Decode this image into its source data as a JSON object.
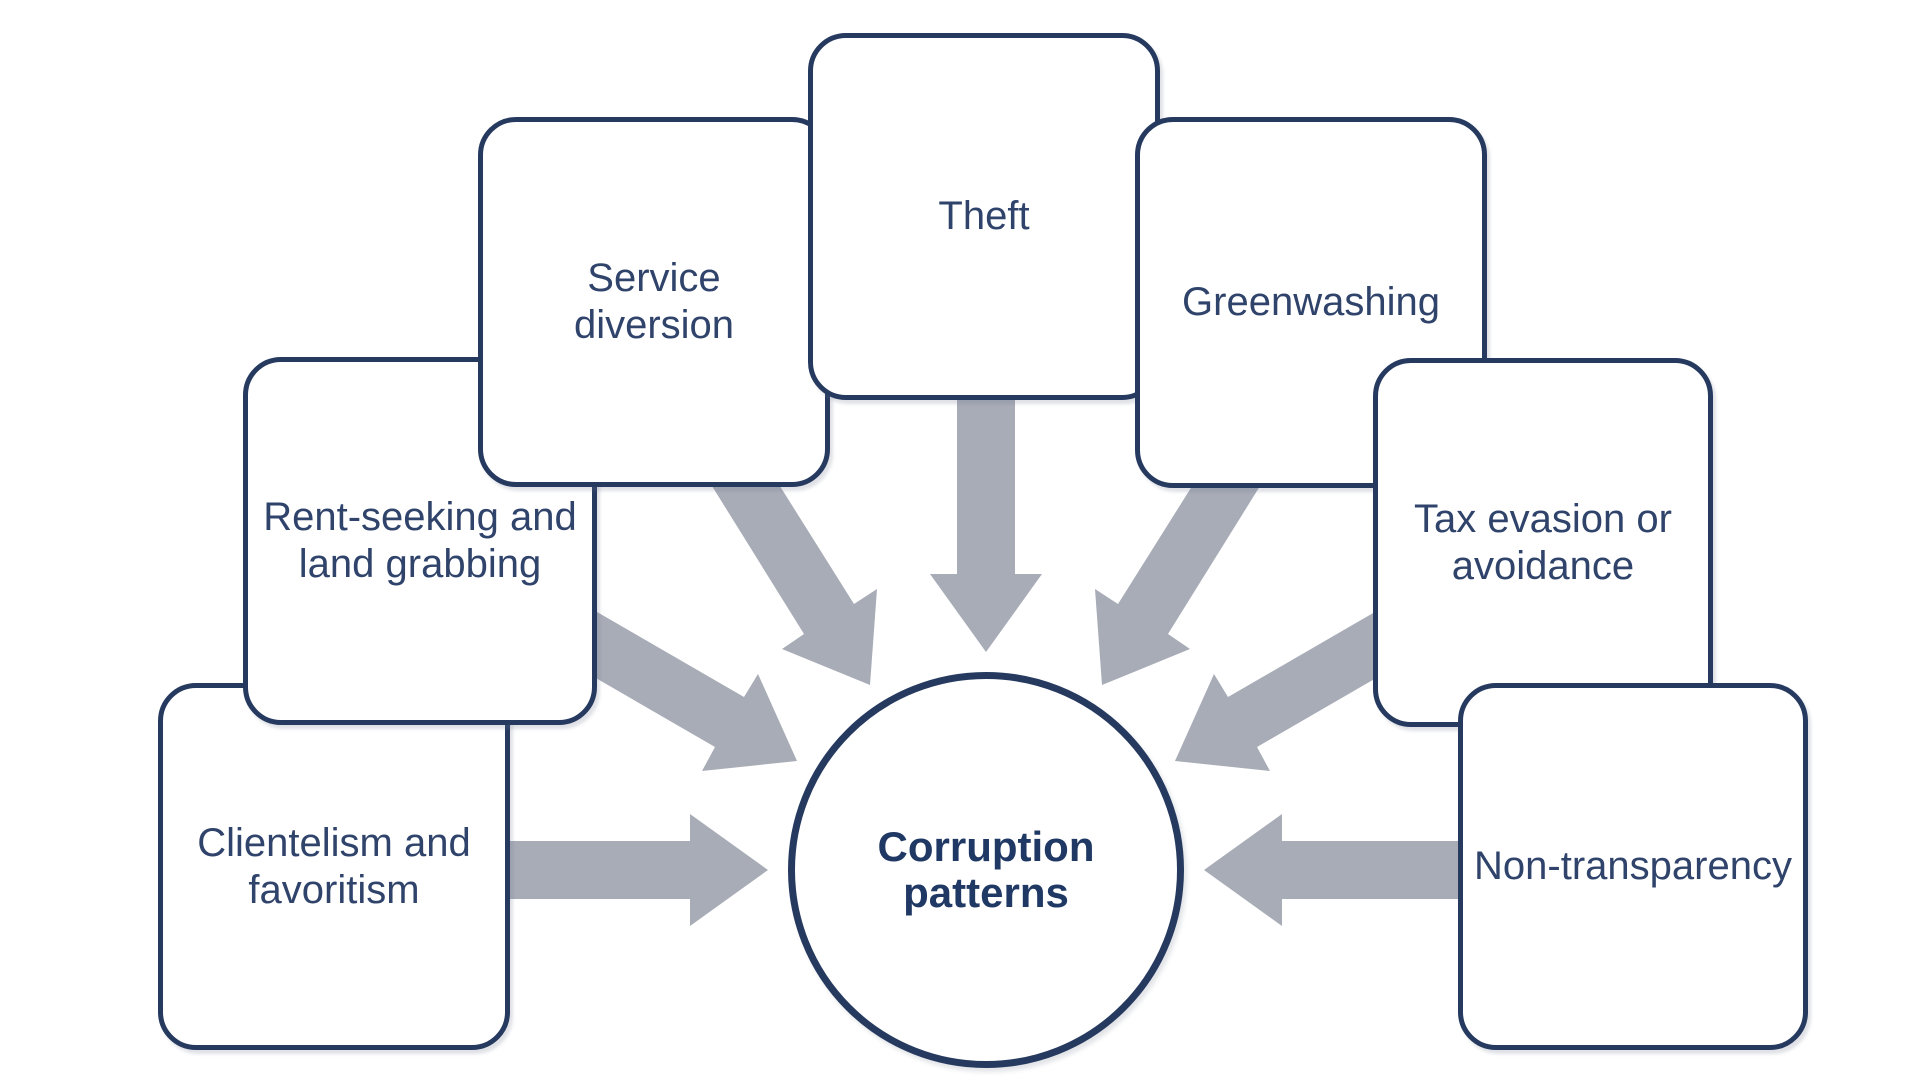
{
  "diagram": {
    "center": {
      "id": "corruption-patterns",
      "label": "Corruption\npatterns"
    },
    "nodes": [
      {
        "id": "clientelism",
        "label": "Clientelism and\nfavoritism"
      },
      {
        "id": "rent-seeking",
        "label": "Rent-seeking and\nland grabbing"
      },
      {
        "id": "service-diversion",
        "label": "Service\ndiversion"
      },
      {
        "id": "theft",
        "label": "Theft"
      },
      {
        "id": "greenwashing",
        "label": "Greenwashing"
      },
      {
        "id": "tax-evasion",
        "label": "Tax evasion or\navoidance"
      },
      {
        "id": "non-transparency",
        "label": "Non-transparency"
      }
    ],
    "arrows": [
      {
        "from": "clientelism",
        "to": "corruption-patterns"
      },
      {
        "from": "rent-seeking",
        "to": "corruption-patterns"
      },
      {
        "from": "service-diversion",
        "to": "corruption-patterns"
      },
      {
        "from": "theft",
        "to": "corruption-patterns"
      },
      {
        "from": "greenwashing",
        "to": "corruption-patterns"
      },
      {
        "from": "tax-evasion",
        "to": "corruption-patterns"
      },
      {
        "from": "non-transparency",
        "to": "corruption-patterns"
      }
    ],
    "colors": {
      "box_border": "#263A60",
      "box_text": "#2F436B",
      "center_text": "#1F3864",
      "arrow_fill": "#A8ACB7",
      "background": "#FFFFFF"
    }
  }
}
